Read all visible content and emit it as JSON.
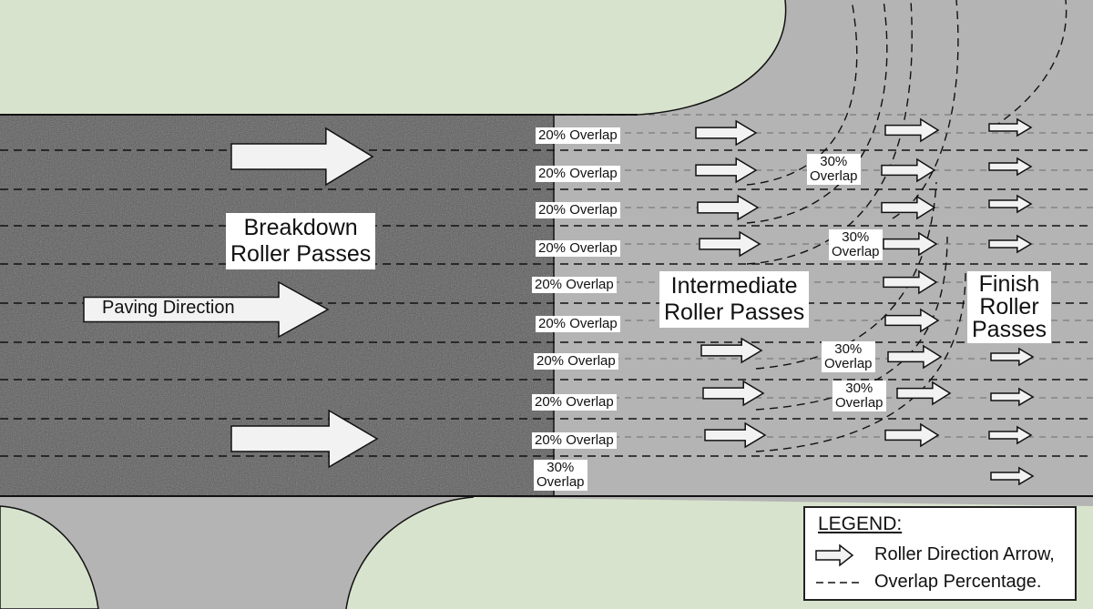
{
  "labels": {
    "breakdown": [
      "Breakdown",
      "Roller Passes"
    ],
    "intermediate": [
      "Intermediate",
      "Roller Passes"
    ],
    "finish": [
      "Finish",
      "Roller",
      "Passes"
    ],
    "paving_direction": "Paving Direction",
    "overlap_20": "20% Overlap",
    "overlap_30": [
      "30%",
      "Overlap"
    ]
  },
  "legend": {
    "title": "LEGEND:",
    "arrow_item": "Roller Direction Arrow,",
    "dash_item": "Overlap Percentage."
  },
  "colors": {
    "grass": "#d8e3cd",
    "asphalt_fresh": "#585858",
    "asphalt_compacted": "#b4b4b4",
    "arrow_fill": "#f2f2f2"
  }
}
